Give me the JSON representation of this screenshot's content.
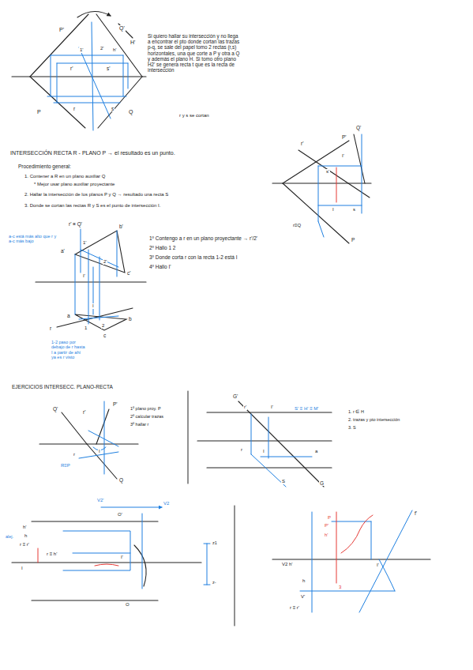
{
  "diagram": {
    "labels": [
      "P'",
      "Q'",
      "H'",
      "h'",
      "r'",
      "s'",
      "1'",
      "2'",
      "r",
      "s",
      "P",
      "Q",
      "Si quiero hallar su intersección y no llega a encontrar el pto donde cortan las trazas p-q, se sale del papel tomo 2 rectas (r,s) horizontales, una que corte a P y otra a Q y además el plano H. Si tomo otro plano H2' se genera recta t que es la recta de intersección",
      "r y s se cortan",
      "INTERSECCIÓN RECTA R - PLANO P → el resultado es un punto.",
      "Procedimiento general:",
      "1. Contener a R en un plano auxiliar Q",
      "* Mejor usar plano auxiliar proyectante",
      "2. Hallar la intersección de los planos P y Q → resultado una recta S",
      "3. Donde se cortan las rectas R y S es el punto de intersección I.",
      "r'",
      "P'",
      "Q'",
      "I'",
      "s'",
      "s",
      "I",
      "r≡Q",
      "P",
      "r' ≡ Q'",
      "b'",
      "a'",
      "c'",
      "1'",
      "2'",
      "I'",
      "a",
      "b",
      "c",
      "r",
      "1",
      "2",
      "I",
      "a-c está más alto que r y a-c más bajo",
      "1-2 paso por debajo de r hasta I a partir de ahí ya es r visto",
      "1º Contengo a r en un plano proyectante → r'/2'",
      "2º Hallo 1 2",
      "3º Donde corta r con la recta 1-2 está I",
      "4º Hallo I'",
      "EJERCICIOS INTERSECC. PLANO-RECTA",
      "Q'",
      "r'",
      "P'",
      "r",
      "R≡P",
      "Q",
      "I",
      "1º plano proy. P",
      "2º calcular trazas",
      "3º hallar r",
      "G'",
      "r'",
      "I'",
      "S' ≡ H' ≡ M'",
      "r",
      "I",
      "a",
      "S",
      "G",
      "1. r ∈ H",
      "2. trazas y pto intersección",
      "3. S",
      "V2'",
      "V2",
      "O'",
      "h'",
      "h",
      "r ≡ r'",
      "alej.",
      "r ≡ h'",
      "I",
      "I'",
      "O",
      "z1",
      "z-",
      "P",
      "P'",
      "h'",
      "V2 h'",
      "f'",
      "I'",
      "h",
      "V'",
      "r ≡ r'",
      "3"
    ]
  }
}
